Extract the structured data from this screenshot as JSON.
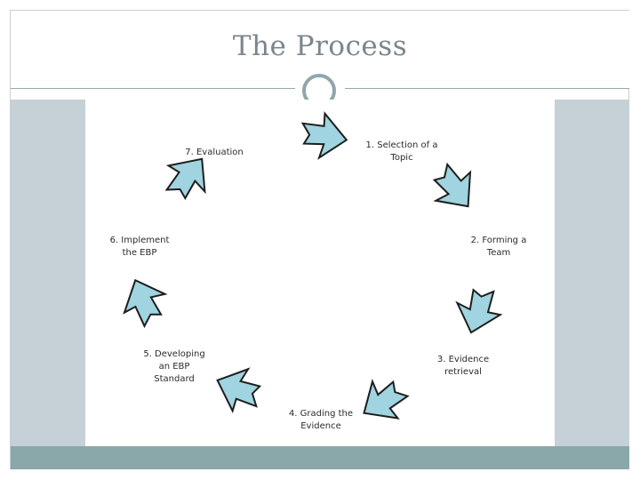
{
  "slide": {
    "title": "The Process"
  },
  "diagram": {
    "steps": [
      {
        "label": "1. Selection of a Topic",
        "line1": "1. Selection of a",
        "line2": "Topic"
      },
      {
        "label": "2. Forming a Team",
        "line1": "2. Forming a",
        "line2": "Team"
      },
      {
        "label": "3. Evidence retrieval",
        "line1": "3. Evidence",
        "line2": "retrieval"
      },
      {
        "label": "4. Grading the Evidence",
        "line1": "4. Grading the",
        "line2": "Evidence"
      },
      {
        "label": "5. Developing an EBP Standard",
        "line1": "5. Developing",
        "line2": "an EBP",
        "line3": "Standard"
      },
      {
        "label": "6. Implement the EBP",
        "line1": "6. Implement",
        "line2": "the EBP"
      },
      {
        "label": "7. Evaluation",
        "line1": "7. Evaluation"
      }
    ],
    "arrow_color": "#9fd4e0",
    "arrow_stroke": "#1e1e1e"
  }
}
